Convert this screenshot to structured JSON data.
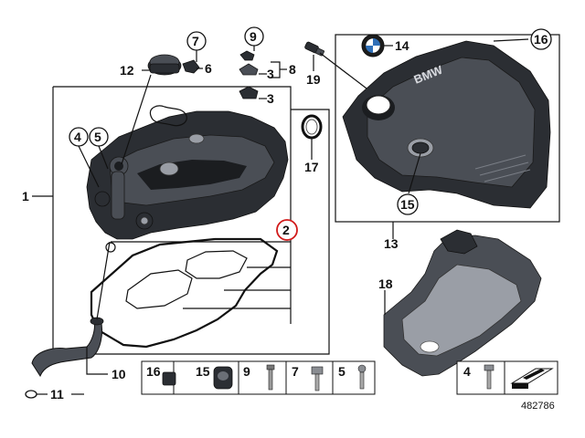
{
  "diagram": {
    "callouts": {
      "c1": "1",
      "c2": "2",
      "c3a": "3",
      "c3b": "3",
      "c4": "4",
      "c5": "5",
      "c6": "6",
      "c7": "7",
      "c8": "8",
      "c9": "9",
      "c10": "10",
      "c11": "11",
      "c12": "12",
      "c13": "13",
      "c14": "14",
      "c15": "15",
      "c16": "16",
      "c17": "17",
      "c18": "18",
      "c19": "19"
    },
    "logo_text": "BMW",
    "image_number": "482786",
    "legend_strip": {
      "items": [
        {
          "label": "16"
        },
        {
          "label": "15"
        },
        {
          "label": "9"
        },
        {
          "label": "7"
        },
        {
          "label": "5"
        }
      ],
      "standalone": {
        "label": "4"
      }
    },
    "colors": {
      "part_dark": "#2b2e33",
      "highlight_circle": "#d11a1a"
    }
  }
}
